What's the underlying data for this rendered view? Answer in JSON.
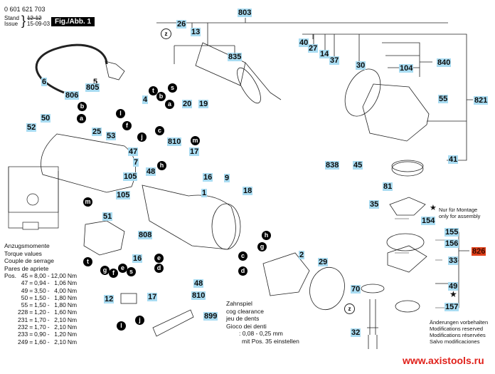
{
  "header": {
    "document_number": "0 601 621 703",
    "stand_label": "Stand",
    "issue_label": "Issue",
    "stand_value_struck": "12-12",
    "issue_value": "15-09-03",
    "figure_label": "Fig./Abb. 1"
  },
  "parts": {
    "p803": "803",
    "p835": "835",
    "p26": "26",
    "p13": "13",
    "p40": "40",
    "p27": "27",
    "p14": "14",
    "p37": "37",
    "p30": "30",
    "p840": "840",
    "p104": "104",
    "p55": "55",
    "p821": "821",
    "p838": "838",
    "p45": "45",
    "p41": "41",
    "p81": "81",
    "p35": "35",
    "p154": "154",
    "p155": "155",
    "p156": "156",
    "p826": "826",
    "p33": "33",
    "p49": "49",
    "p157": "157",
    "p70": "70",
    "p32": "32",
    "p29": "29",
    "p2": "2",
    "p6": "6",
    "p5": "5",
    "p805": "805",
    "p806": "806",
    "p50": "50",
    "p52": "52",
    "p25": "25",
    "p53": "53",
    "p4": "4",
    "p20": "20",
    "p19": "19",
    "p47": "47",
    "p7": "7",
    "p48a": "48",
    "p810a": "810",
    "p17a": "17",
    "p16a": "16",
    "p105a": "105",
    "p105b": "105",
    "p9": "9",
    "p18": "18",
    "p1": "1",
    "p51": "51",
    "p808": "808",
    "p16b": "16",
    "p48b": "48",
    "p810b": "810",
    "p17b": "17",
    "p12": "12",
    "p899": "899"
  },
  "connectors": {
    "a": "a",
    "b": "b",
    "c": "c",
    "d": "d",
    "e": "e",
    "f": "f",
    "g": "g",
    "h": "h",
    "j": "j",
    "l": "l",
    "m": "m",
    "s": "s",
    "t": "t"
  },
  "z_marker": "z",
  "torque": {
    "heading": [
      "Anzugsmomente",
      "Torque values",
      "Couple de serrage",
      "Pares de apriete"
    ],
    "pos_label": "Pos.",
    "rows": [
      {
        "pos": "45",
        "min": "8,00",
        "max": "12,00",
        "unit": "Nm"
      },
      {
        "pos": "47",
        "min": "0,94",
        "max": "1,06",
        "unit": "Nm"
      },
      {
        "pos": "49",
        "min": "3,50",
        "max": "4,00",
        "unit": "Nm"
      },
      {
        "pos": "50",
        "min": "1,50",
        "max": "1,80",
        "unit": "Nm"
      },
      {
        "pos": "55",
        "min": "1,50",
        "max": "1,80",
        "unit": "Nm"
      },
      {
        "pos": "228",
        "min": "1,20",
        "max": "1,60",
        "unit": "Nm"
      },
      {
        "pos": "231",
        "min": "1,70",
        "max": "2,10",
        "unit": "Nm"
      },
      {
        "pos": "232",
        "min": "1,70",
        "max": "2,10",
        "unit": "Nm"
      },
      {
        "pos": "233",
        "min": "0,90",
        "max": "1,20",
        "unit": "Nm"
      },
      {
        "pos": "249",
        "min": "1,60",
        "max": "2,10",
        "unit": "Nm"
      }
    ]
  },
  "clearance": {
    "lines": [
      "Zahnspiel",
      "cog clearance",
      "jeu de dents",
      "Gioco dei denti"
    ],
    "value": ": 0,08 - 0,25 mm",
    "note": "mit Pos. 35 einstellen"
  },
  "assembly_note": {
    "star": "★",
    "lines": [
      "Nur für Montage",
      "only for assembly"
    ]
  },
  "star_marker": "★",
  "modifications": [
    "Änderungen vorbehalten",
    "Modifications reserved",
    "Modifications réservées",
    "Salvo modificaciones"
  ],
  "website": "www.axistools.ru",
  "colors": {
    "part_label_bg": "#a9dcf2",
    "highlight_label_bg": "#e0401a",
    "website_text": "#e0201a"
  }
}
